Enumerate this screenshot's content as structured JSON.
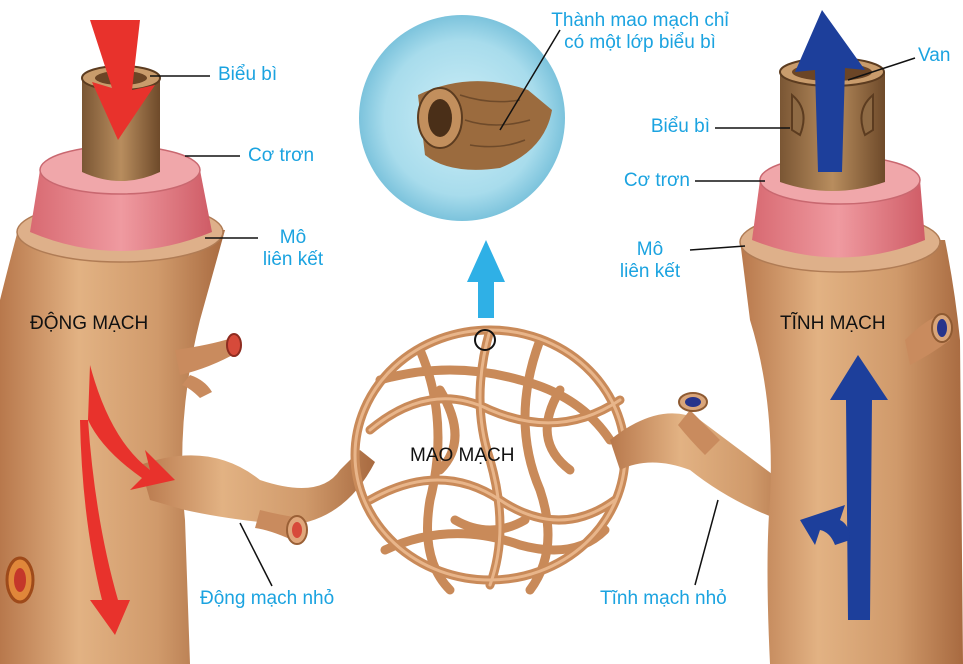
{
  "colors": {
    "label_blue": "#1ba3e0",
    "label_black": "#111111",
    "artery_arrow": "#e8322c",
    "vein_arrow": "#1d3f9b",
    "zoom_arrow": "#2fb0e6",
    "vessel_tan": "#d29a6c",
    "smooth_muscle_pink": "#e07f86",
    "zoom_circle_blue": "#a8dcec"
  },
  "labels": {
    "artery_epithelium": "Biểu bì",
    "artery_smooth_muscle": "Cơ trơn",
    "artery_connective_line1": "Mô",
    "artery_connective_line2": "liên kết",
    "artery_title": "ĐỘNG MẠCH",
    "capillary_wall_line1": "Thành mao mạch chỉ",
    "capillary_wall_line2": "có một lớp biểu bì",
    "vein_valve": "Van",
    "vein_epithelium": "Biểu bì",
    "vein_smooth_muscle": "Cơ trơn",
    "vein_connective_line1": "Mô",
    "vein_connective_line2": "liên kết",
    "vein_title": "TĨNH MẠCH",
    "capillary_title": "MAO MẠCH",
    "arteriole": "Động mạch nhỏ",
    "venule": "Tĩnh mạch nhỏ"
  },
  "icons": [
    "artery-flow-arrow-icon",
    "vein-flow-arrow-icon",
    "zoom-arrow-icon",
    "magnify-circle-icon"
  ]
}
